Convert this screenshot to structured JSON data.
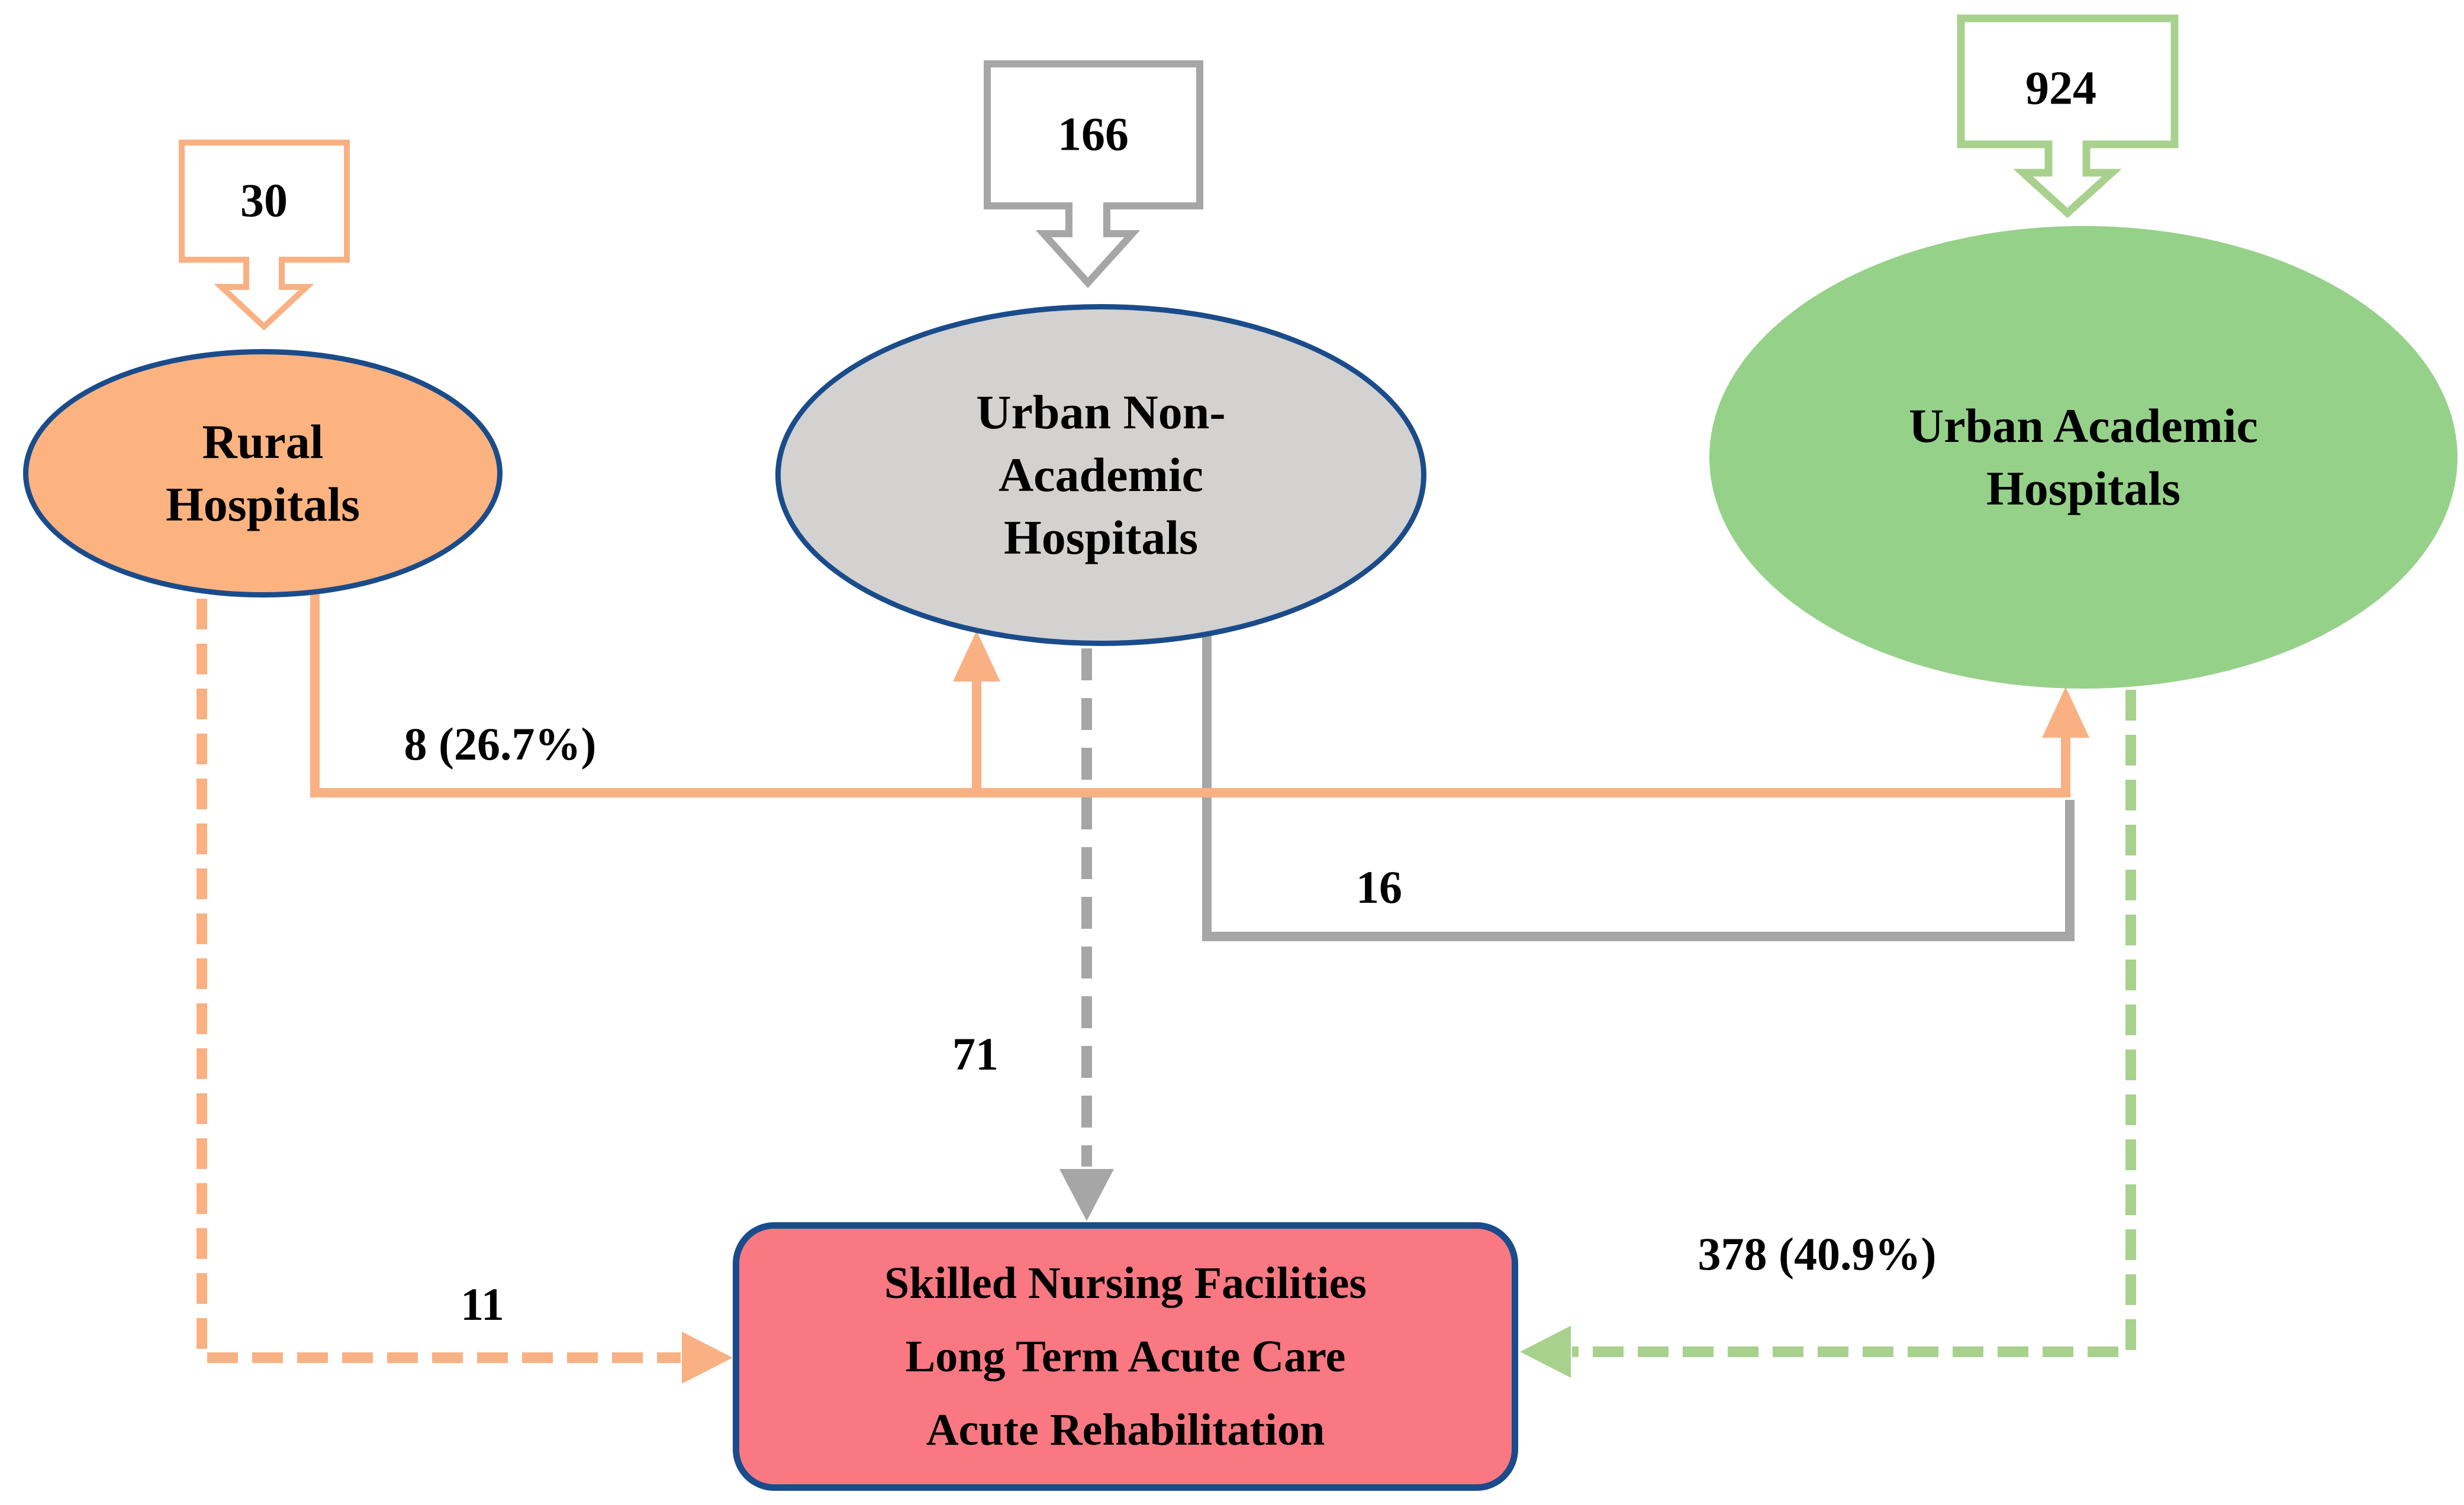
{
  "title": "Hospital transfer and discharge flow diagram",
  "colors": {
    "orange_line": "#F9B183",
    "orange_fill": "#FCB380",
    "gray_line": "#A6A6A6",
    "gray_fill": "#D3D2D0",
    "green_line": "#A9D18E",
    "green_fill": "#96D189",
    "red_fill": "#F97882",
    "blue_border": "#1A4C8B",
    "text": "#000000"
  },
  "nodes": {
    "rural": {
      "inflow": "30",
      "label_lines": [
        "Rural",
        "Hospitals"
      ]
    },
    "urban_non_academic": {
      "inflow": "166",
      "label_lines": [
        "Urban Non-",
        "Academic",
        "Hospitals"
      ]
    },
    "urban_academic": {
      "inflow": "924",
      "label_lines": [
        "Urban Academic",
        "Hospitals"
      ]
    },
    "post_acute": {
      "label_lines": [
        "Skilled Nursing Facilities",
        "Long Term Acute Care",
        "Acute Rehabilitation"
      ]
    }
  },
  "flows": {
    "rural_to_urban": {
      "label": "8 (26.7%)",
      "from": "Rural Hospitals",
      "to": "Urban Non-Academic Hospitals and Urban Academic Hospitals",
      "style": "solid orange"
    },
    "non_academic_to_academic": {
      "label": "16",
      "from": "Urban Non-Academic Hospitals",
      "to": "Urban Academic Hospitals",
      "style": "solid gray"
    },
    "non_academic_to_post_acute": {
      "label": "71",
      "from": "Urban Non-Academic Hospitals",
      "to": "Skilled Nursing Facilities / Long Term Acute Care / Acute Rehabilitation",
      "style": "dashed gray"
    },
    "rural_to_post_acute": {
      "label": "11",
      "from": "Rural Hospitals",
      "to": "Skilled Nursing Facilities / Long Term Acute Care / Acute Rehabilitation",
      "style": "dashed orange"
    },
    "academic_to_post_acute": {
      "label": "378 (40.9%)",
      "from": "Urban Academic Hospitals",
      "to": "Skilled Nursing Facilities / Long Term Acute Care / Acute Rehabilitation",
      "style": "dashed green"
    }
  }
}
